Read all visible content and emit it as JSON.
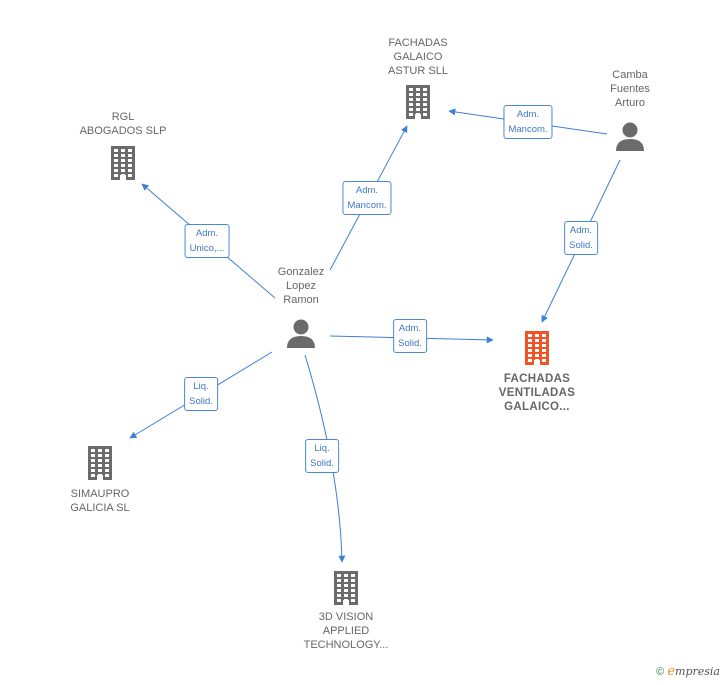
{
  "nodes": [
    {
      "id": "fachadas_galaico_astur",
      "type": "company",
      "label": "FACHADAS\nGALAICO\nASTUR  SLL"
    },
    {
      "id": "rgl",
      "type": "company",
      "label": "RGL\nABOGADOS  SLP"
    },
    {
      "id": "camba",
      "type": "person",
      "label": "Camba\nFuentes\nArturo"
    },
    {
      "id": "gonzalez",
      "type": "person",
      "label": "Gonzalez\nLopez\nRamon"
    },
    {
      "id": "fachadas_ventiladas",
      "type": "company",
      "focus": true,
      "label": "FACHADAS\nVENTILADAS\nGALAICO..."
    },
    {
      "id": "simaupro",
      "type": "company",
      "label": "SIMAUPRO\nGALICIA SL"
    },
    {
      "id": "3dvision",
      "type": "company",
      "label": "3D VISION\nAPPLIED\nTECHNOLOGY..."
    }
  ],
  "edges": [
    {
      "from": "gonzalez",
      "to": "rgl",
      "label": "Adm.\nUnico,..."
    },
    {
      "from": "gonzalez",
      "to": "fachadas_galaico_astur",
      "label": "Adm.\nMancom."
    },
    {
      "from": "camba",
      "to": "fachadas_galaico_astur",
      "label": "Adm.\nMancom."
    },
    {
      "from": "camba",
      "to": "fachadas_ventiladas",
      "label": "Adm.\nSolid."
    },
    {
      "from": "gonzalez",
      "to": "fachadas_ventiladas",
      "label": "Adm.\nSolid."
    },
    {
      "from": "gonzalez",
      "to": "simaupro",
      "label": "Liq.\nSolid."
    },
    {
      "from": "gonzalez",
      "to": "3dvision",
      "label": "Liq.\nSolid."
    }
  ],
  "colors": {
    "edge": "#3d7fd4",
    "company": "#6b6b6b",
    "focus_company": "#f0552a",
    "person": "#6b6b6b"
  },
  "footer": {
    "copyright": "©",
    "brand_initial": "e",
    "brand_rest": "mpresia"
  }
}
